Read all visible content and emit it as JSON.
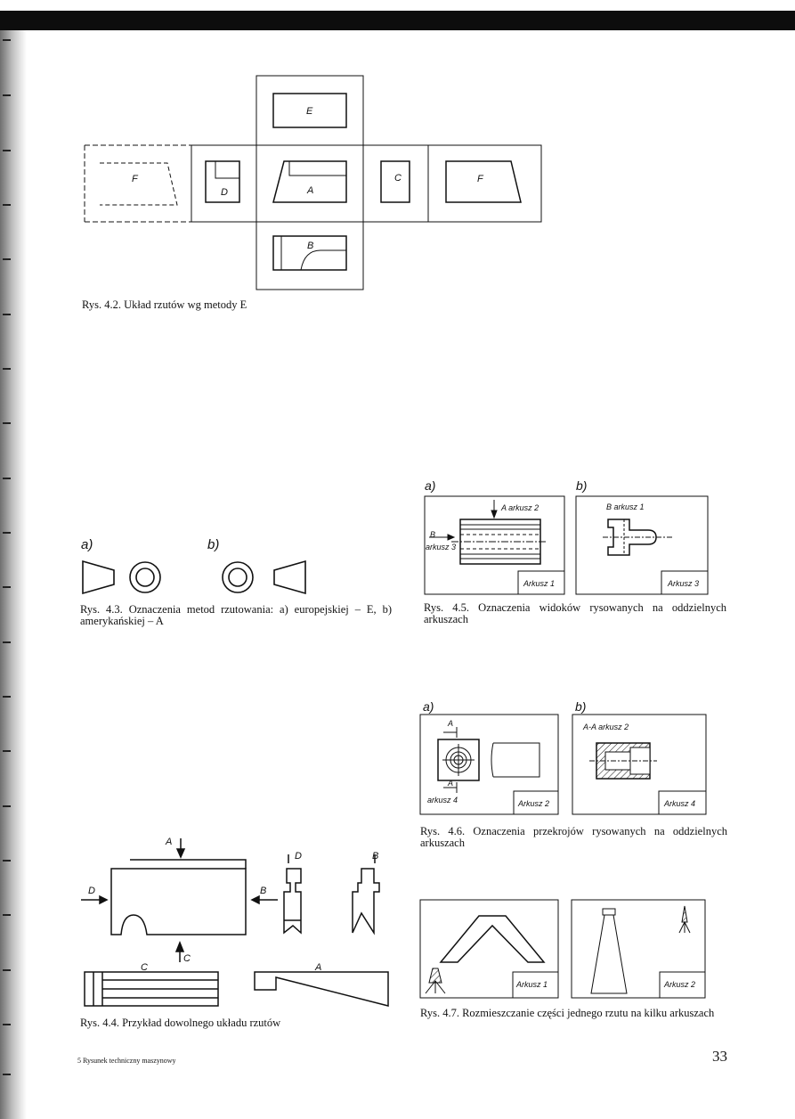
{
  "page": {
    "page_number": "33",
    "footer_note": "5  Rysunek techniczny maszynowy"
  },
  "figures": {
    "fig42": {
      "caption": "Rys. 4.2. Układ rzutów wg metody E",
      "labels": {
        "E": "E",
        "F_left": "F",
        "D": "D",
        "A": "A",
        "C": "C",
        "F_right": "F",
        "B": "B"
      }
    },
    "fig43": {
      "caption": "Rys. 4.3. Oznaczenia metod rzutowania: a) europejskiej – E, b) amerykańskiej – A",
      "label_a": "a)",
      "label_b": "b)"
    },
    "fig44": {
      "caption": "Rys. 4.4. Przykład dowolnego układu rzutów",
      "labels": {
        "A": "A",
        "D_arrow": "D",
        "B_arrow": "B",
        "C_arrow": "C",
        "D_view": "D",
        "B_view": "B",
        "C_view": "C",
        "A_view": "A"
      }
    },
    "fig45": {
      "caption": "Rys. 4.5. Oznaczenia widoków rysowanych na oddzielnych arkuszach",
      "label_a": "a)",
      "label_b": "b)",
      "a_arrow_top": "A arkusz 2",
      "a_arrow_left_1": "B",
      "a_arrow_left_2": "arkusz 3",
      "a_sheet": "Arkusz 1",
      "b_view": "B arkusz 1",
      "b_sheet": "Arkusz 3"
    },
    "fig46": {
      "caption": "Rys. 4.6. Oznaczenia przekrojów rysowanych na oddzielnych arkuszach",
      "label_a": "a)",
      "label_b": "b)",
      "a_section_top": "A",
      "a_section_bottom": "A",
      "a_arkusz": "arkusz 4",
      "a_sheet": "Arkusz 2",
      "b_section": "A-A arkusz 2",
      "b_sheet": "Arkusz 4"
    },
    "fig47": {
      "caption": "Rys. 4.7. Rozmieszczanie części jednego rzutu na kilku arkuszach",
      "a_sheet": "Arkusz 1",
      "b_sheet": "Arkusz 2"
    }
  }
}
